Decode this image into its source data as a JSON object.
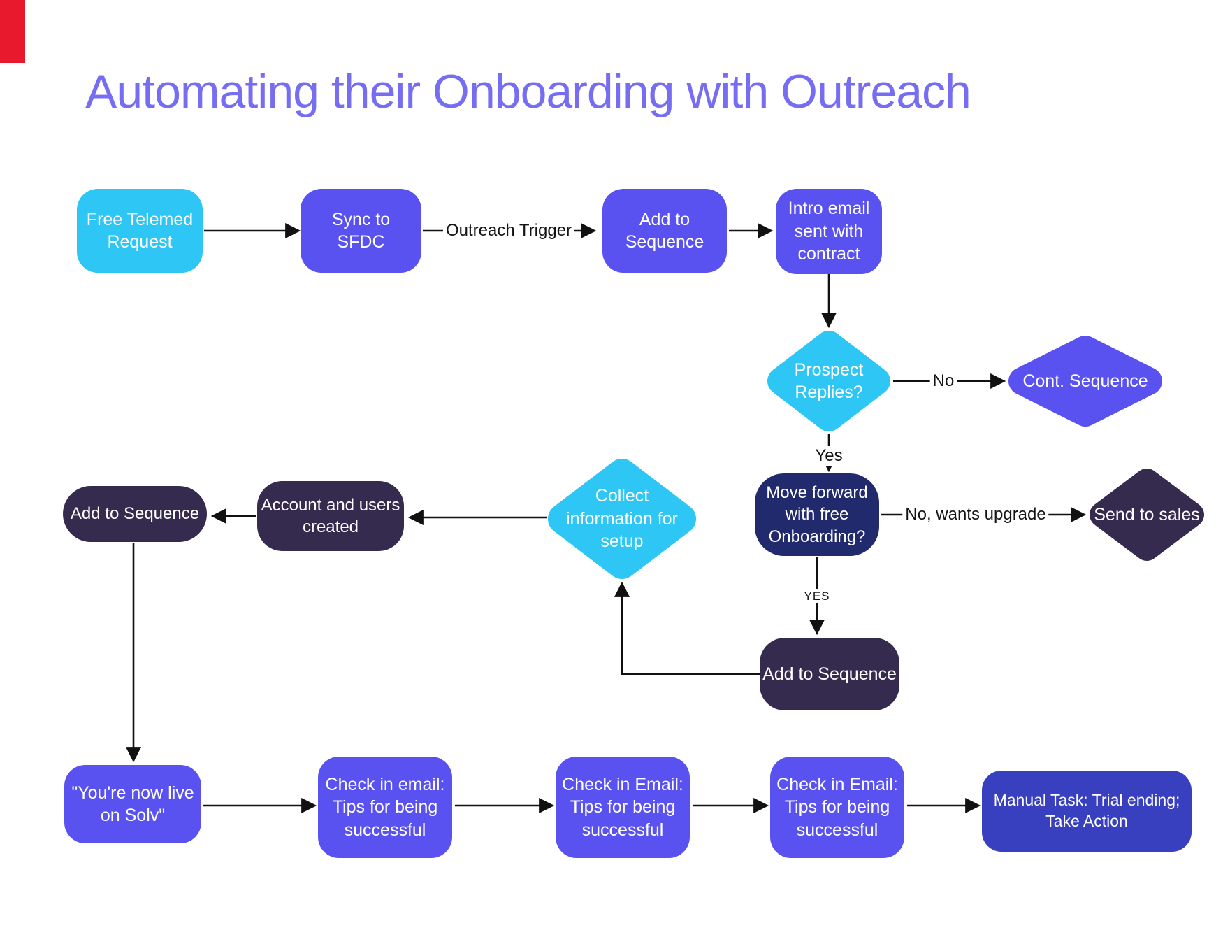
{
  "title": "Automating their Onboarding with Outreach",
  "colors": {
    "cyan": "#2ec6f4",
    "purple": "#5952f0",
    "navy": "#212a6c",
    "dark": "#342b4e",
    "royal": "#3840bf",
    "title": "#766df2",
    "red_corner": "#e8192c",
    "edge": "#111111"
  },
  "nodes": {
    "free_telemed": "Free Telemed Request",
    "sync_sfdc": "Sync to SFDC",
    "add_seq_top": "Add to Sequence",
    "intro_email": "Intro email sent with contract",
    "prospect_replies": "Prospect Replies?",
    "cont_sequence": "Cont. Sequence",
    "move_forward": "Move forward with free Onboarding?",
    "send_to_sales": "Send to sales",
    "add_seq_mid": "Add to Sequence",
    "collect_info": "Collect information for setup",
    "account_users": "Account and users created",
    "add_seq_left": "Add to Sequence",
    "youre_live": "\"You're now live on Solv\"",
    "check_email_1": "Check in email: Tips for being successful",
    "check_email_2": "Check in Email: Tips for being successful",
    "check_email_3": "Check in Email: Tips for being successful",
    "manual_task": "Manual Task: Trial ending; Take Action"
  },
  "edge_labels": {
    "outreach_trigger": "Outreach Trigger",
    "no": "No",
    "yes": "Yes",
    "no_wants_upgrade": "No, wants upgrade",
    "yes_caps": "YES"
  }
}
